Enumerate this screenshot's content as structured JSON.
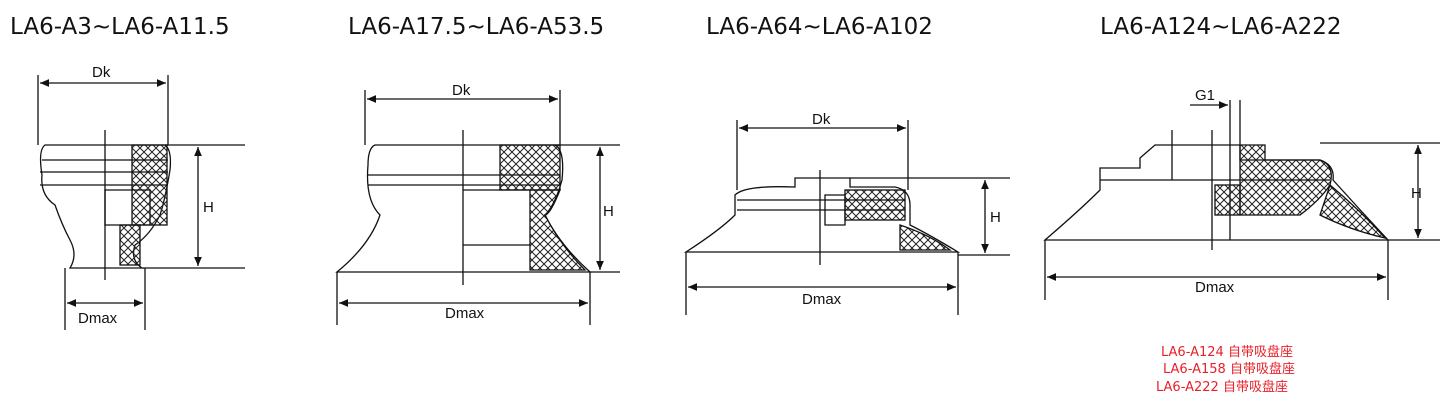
{
  "titles": [
    "LA6-A3~LA6-A11.5",
    "LA6-A17.5~LA6-A53.5",
    "LA6-A64~LA6-A102",
    "LA6-A124~LA6-A222"
  ],
  "labels": {
    "dk": "Dk",
    "h": "H",
    "dmax": "Dmax",
    "g1": "G1"
  },
  "notes": [
    "LA6-A124 自带吸盘座",
    "LA6-A158 自带吸盘座",
    "LA6-A222 自带吸盘座"
  ],
  "colors": {
    "note": "#e8202a",
    "line": "#111111"
  }
}
